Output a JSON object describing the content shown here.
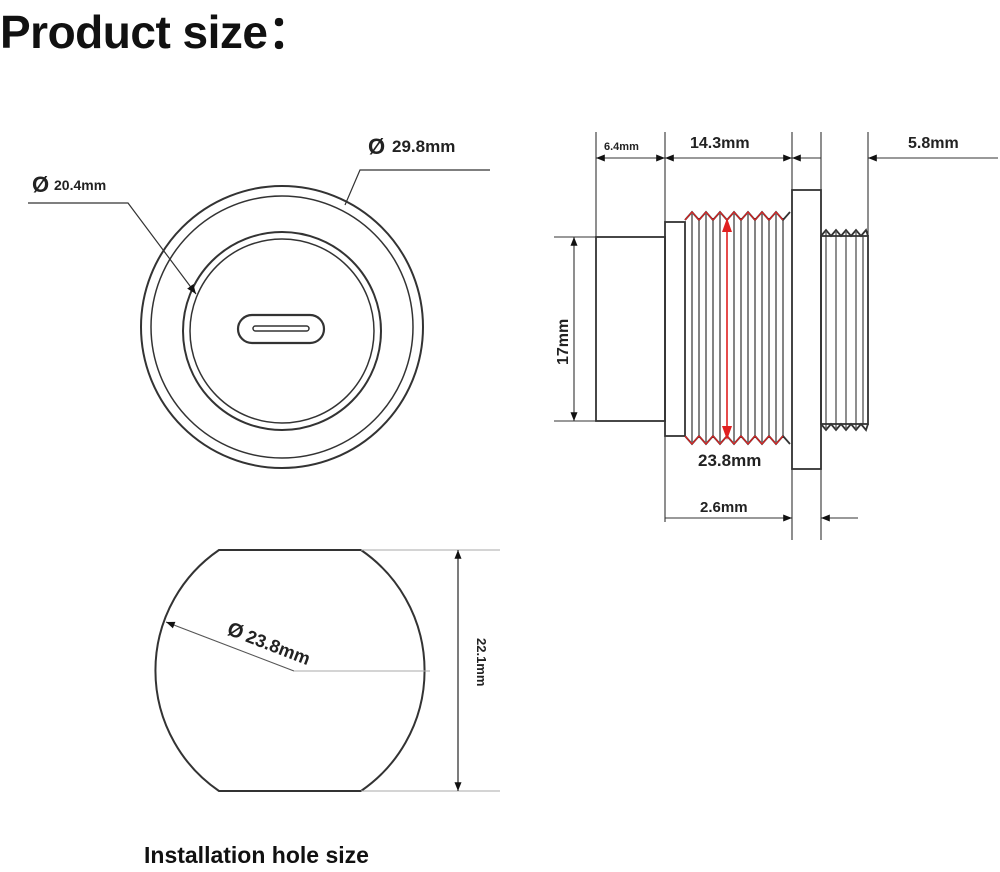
{
  "title": "Product size：",
  "caption": "Installation hole size",
  "dimensions": {
    "diameter_symbol": "Ø",
    "outer_diameter": "29.8mm",
    "inner_diameter": "20.4mm",
    "body_length": "6.4mm",
    "thread_length": "14.3mm",
    "rear_thread_length": "5.8mm",
    "body_height": "17mm",
    "thread_diameter": "23.8mm",
    "flange_thickness": "2.6mm",
    "hole_diameter": "23.8mm",
    "hole_flat_width": "22.1mm"
  },
  "colors": {
    "line": "#333333",
    "thread_highlight": "#e02020"
  }
}
